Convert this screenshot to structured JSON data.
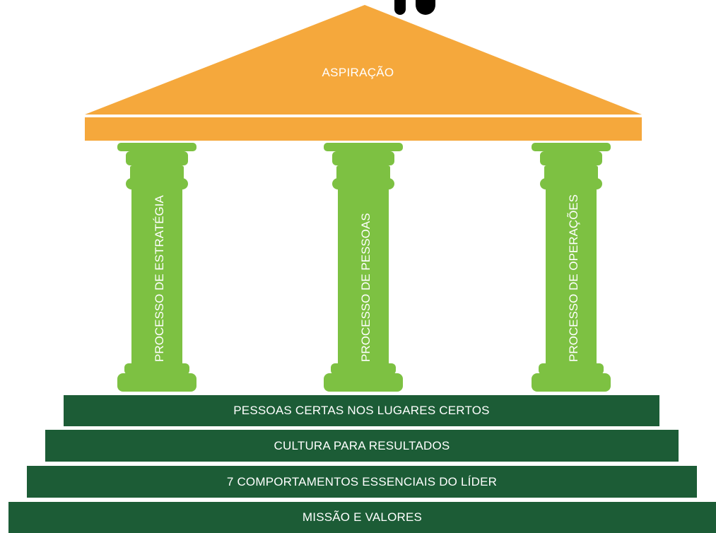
{
  "colors": {
    "roof": "#f5a83c",
    "pillar": "#7dc142",
    "step": "#1c5c36",
    "text": "#ffffff"
  },
  "roof": {
    "label": "ASPIRAÇÃO"
  },
  "pillars": [
    {
      "label": "PROCESSO DE ESTRATÉGIA"
    },
    {
      "label": "PROCESSO DE PESSOAS"
    },
    {
      "label": "PROCESSO DE OPERAÇÕES"
    }
  ],
  "steps": [
    {
      "label": "PESSOAS CERTAS NOS LUGARES CERTOS"
    },
    {
      "label": "CULTURA PARA RESULTADOS"
    },
    {
      "label": "7 COMPORTAMENTOS ESSENCIAIS DO LÍDER"
    },
    {
      "label": "MISSÃO E VALORES"
    }
  ]
}
